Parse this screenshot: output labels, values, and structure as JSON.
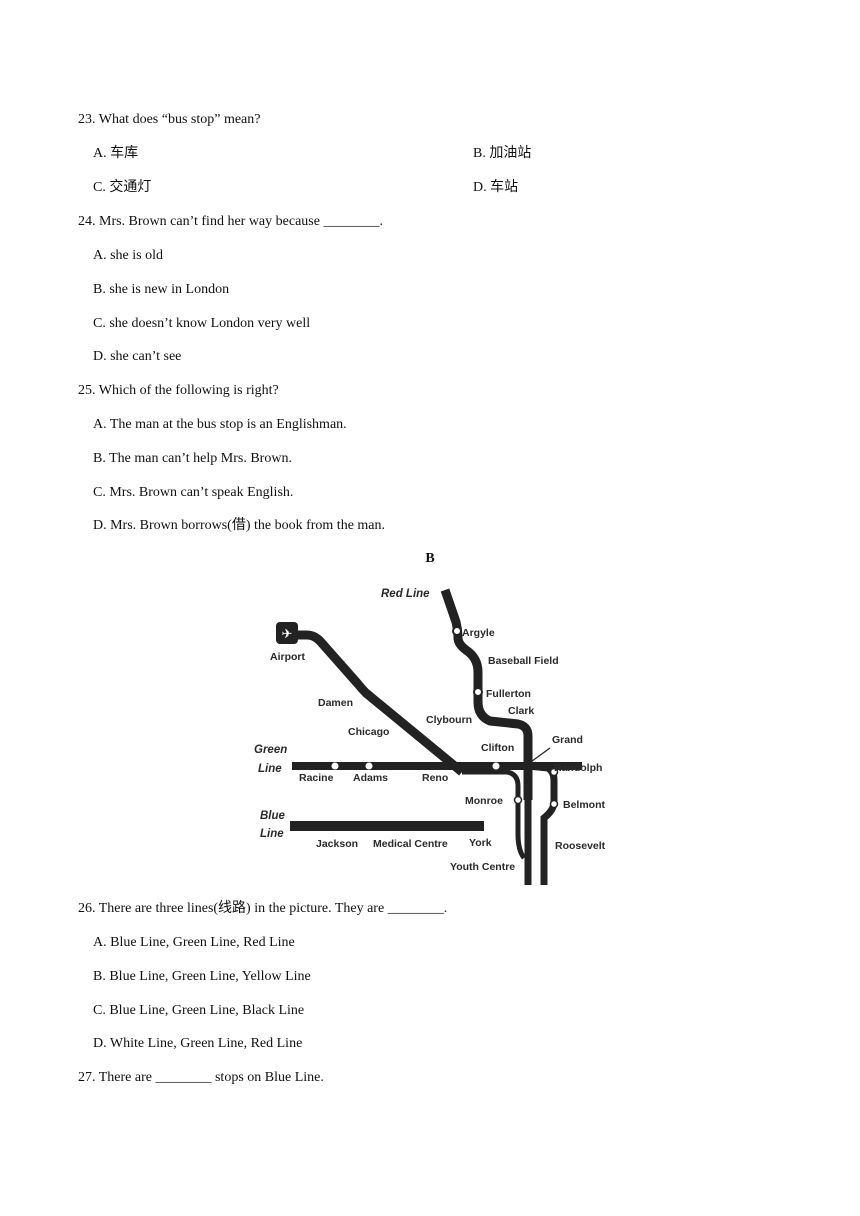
{
  "questions": [
    {
      "stem": "23. What does “bus stop” mean?",
      "options": [
        "A.  车库",
        "B.  加油站",
        "C.  交通灯",
        "D.  车站"
      ]
    },
    {
      "stem": "24. Mrs. Brown can’t find her way because ________.",
      "options": [
        "A. she is old",
        "B. she is new in London",
        "C. she doesn’t know London very well",
        "D. she can’t see"
      ]
    },
    {
      "stem": "25. Which of the following is right?",
      "options": [
        "A. The man at the bus stop is an Englishman.",
        "B. The man can’t help Mrs. Brown.",
        "C. Mrs. Brown can’t speak English.",
        "D. Mrs. Brown borrows(借) the book from the man."
      ]
    },
    {
      "stem": "26. There are three lines(线路) in the picture. They are ________.",
      "options": [
        "A. Blue Line, Green Line, Red Line",
        "B. Blue Line, Green Line, Yellow Line",
        "C. Blue Line, Green Line, Black Line",
        "D. White Line, Green Line, Red Line"
      ]
    },
    {
      "stem": "27. There are ________ stops on Blue Line.",
      "options": []
    }
  ],
  "section_label": "B",
  "map": {
    "red_line_label": "Red Line",
    "green_line_label_1": "Green",
    "green_line_label_2": "Line",
    "blue_line_label_1": "Blue",
    "blue_line_label_2": "Line",
    "stations": {
      "airport": "Airport",
      "damen": "Damen",
      "chicago": "Chicago",
      "argyle": "Argyle",
      "baseball_field": "Baseball Field",
      "fullerton": "Fullerton",
      "clark": "Clark",
      "clybourn": "Clybourn",
      "clifton": "Clifton",
      "grand": "Grand",
      "racine": "Racine",
      "adams": "Adams",
      "reno": "Reno",
      "randolph": "Randolph",
      "monroe": "Monroe",
      "belmont": "Belmont",
      "jackson": "Jackson",
      "medical_centre": "Medical Centre",
      "york": "York",
      "roosevelt": "Roosevelt",
      "youth_centre": "Youth Centre"
    }
  }
}
